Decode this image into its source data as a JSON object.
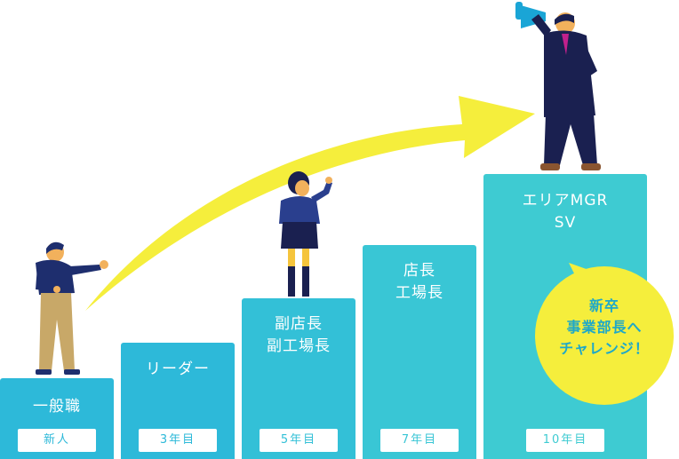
{
  "colors": {
    "bar_mid": "#2db9d9",
    "bar_top": "#3ecbd2",
    "arrow": "#f5ee3c",
    "navy": "#1e2e6e",
    "suit": "#1a2050",
    "skin": "#f2b15c",
    "khaki": "#c8a868",
    "megaphone": "#1aa5d6",
    "tie": "#c2208c",
    "shoe": "#8a5530"
  },
  "steps": [
    {
      "id": "shinjin",
      "title_lines": [
        "一般職"
      ],
      "badge": "新人",
      "bg": "#2db9d9",
      "badge_color": "#2db9d9"
    },
    {
      "id": "3nen",
      "title_lines": [
        "リーダー"
      ],
      "badge": "3年目",
      "bg": "#2db9d9",
      "badge_color": "#2db9d9"
    },
    {
      "id": "5nen",
      "title_lines": [
        "副店長",
        "副工場長"
      ],
      "badge": "5年目",
      "bg": "#33c0d7",
      "badge_color": "#33c0d7"
    },
    {
      "id": "7nen",
      "title_lines": [
        "店長",
        "工場長"
      ],
      "badge": "7年目",
      "bg": "#39c6d5",
      "badge_color": "#39c6d5"
    },
    {
      "id": "10nen",
      "title_lines": [
        "エリアMGR",
        "SV"
      ],
      "badge": "10年目",
      "bg": "#3ecbd2",
      "badge_color": "#3ecbd2"
    }
  ],
  "callout": {
    "lines": [
      "新卒",
      "事業部長へ",
      "チャレンジ！"
    ],
    "bg": "#f5ee3c",
    "text_color": "#1ea8c9"
  }
}
